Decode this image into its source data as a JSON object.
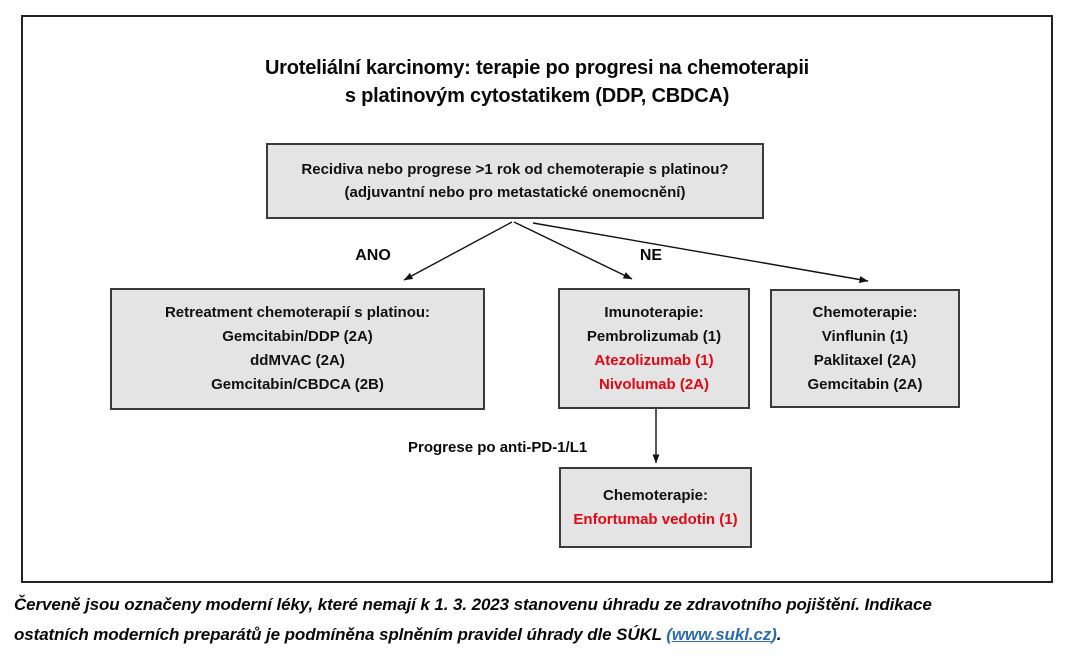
{
  "colors": {
    "red_drug": "#e30613",
    "black_drug": "#111111",
    "link_blue": "#2b6cb0",
    "box_fill": "#e4e4e4",
    "box_border": "#3a3a3a"
  },
  "title": {
    "line1": "Uroteliální karcinomy: terapie po progresi na chemoterapii",
    "line2": "s platinovým cytostatikem (DDP, CBDCA)"
  },
  "decision": {
    "line1": "Recidiva nebo progrese >1 rok od chemoterapie s platinou?",
    "line2": "(adjuvantní nebo pro metastatické onemocnění)"
  },
  "branches": {
    "yes": "ANO",
    "no": "NE"
  },
  "boxes": {
    "retreatment": {
      "title": "Retreatment chemoterapií s platinou:",
      "items": [
        {
          "text": "Gemcitabin/DDP (2A)",
          "color": "#111111"
        },
        {
          "text": "ddMVAC (2A)",
          "color": "#111111"
        },
        {
          "text": "Gemcitabin/CBDCA (2B)",
          "color": "#111111"
        }
      ]
    },
    "immunotherapy": {
      "title": "Imunoterapie:",
      "items": [
        {
          "text": "Pembrolizumab (1)",
          "color": "#111111"
        },
        {
          "text": "Atezolizumab (1)",
          "color": "#e30613"
        },
        {
          "text": "Nivolumab (2A)",
          "color": "#e30613"
        }
      ]
    },
    "chemotherapy": {
      "title": "Chemoterapie:",
      "items": [
        {
          "text": "Vinflunin (1)",
          "color": "#111111"
        },
        {
          "text": "Paklitaxel (2A)",
          "color": "#111111"
        },
        {
          "text": "Gemcitabin (2A)",
          "color": "#111111"
        }
      ]
    },
    "post_pd1": {
      "title": "Chemoterapie:",
      "items": [
        {
          "text": "Enfortumab vedotin (1)",
          "color": "#e30613"
        }
      ]
    }
  },
  "progression_label": "Progrese po anti-PD-1/L1",
  "footer": {
    "line1": "Červeně jsou označeny moderní léky, které nemají k 1. 3. 2023 stanovenu úhradu ze zdravotního pojištění. Indikace",
    "line2_start": "ostatních moderních preparátů je podmíněna splněním pravidel úhrady dle SÚKL ",
    "link_open": "(",
    "link_text": "www.sukl.cz",
    "link_close": ")",
    "line2_end": "."
  }
}
